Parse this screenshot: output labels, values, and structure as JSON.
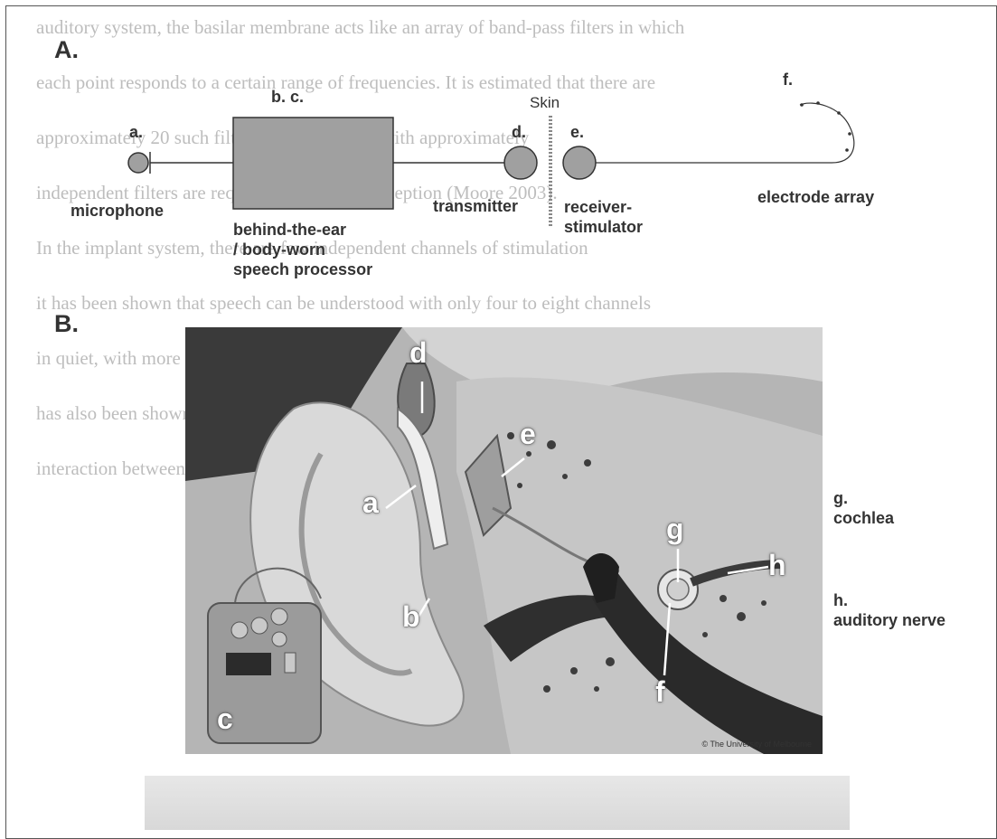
{
  "panel_a": {
    "letter": "A.",
    "skin_label": "Skin",
    "labels": {
      "a_letter": "a.",
      "bc_letter": "b. c.",
      "d_letter": "d.",
      "e_letter": "e.",
      "f_letter": "f.",
      "microphone": "microphone",
      "processor_line1": "behind-the-ear",
      "processor_line2": "/ body-worn",
      "processor_line3": "speech processor",
      "transmitter": "transmitter",
      "receiver_line1": "receiver-",
      "receiver_line2": "stimulator",
      "electrode": "electrode array"
    }
  },
  "panel_b": {
    "letter": "B.",
    "photo_letters": {
      "a": "a",
      "b": "b",
      "c": "c",
      "d": "d",
      "e": "e",
      "f": "f",
      "g": "g",
      "h": "h"
    },
    "side_labels": {
      "g_letter": "g.",
      "g_name": "cochlea",
      "h_letter": "h.",
      "h_name": "auditory nerve"
    },
    "copyright": "© The University of Melbourne"
  },
  "colors": {
    "component_fill": "#a0a0a0",
    "line": "#333333",
    "bleed_text": "#bdbdbd"
  }
}
